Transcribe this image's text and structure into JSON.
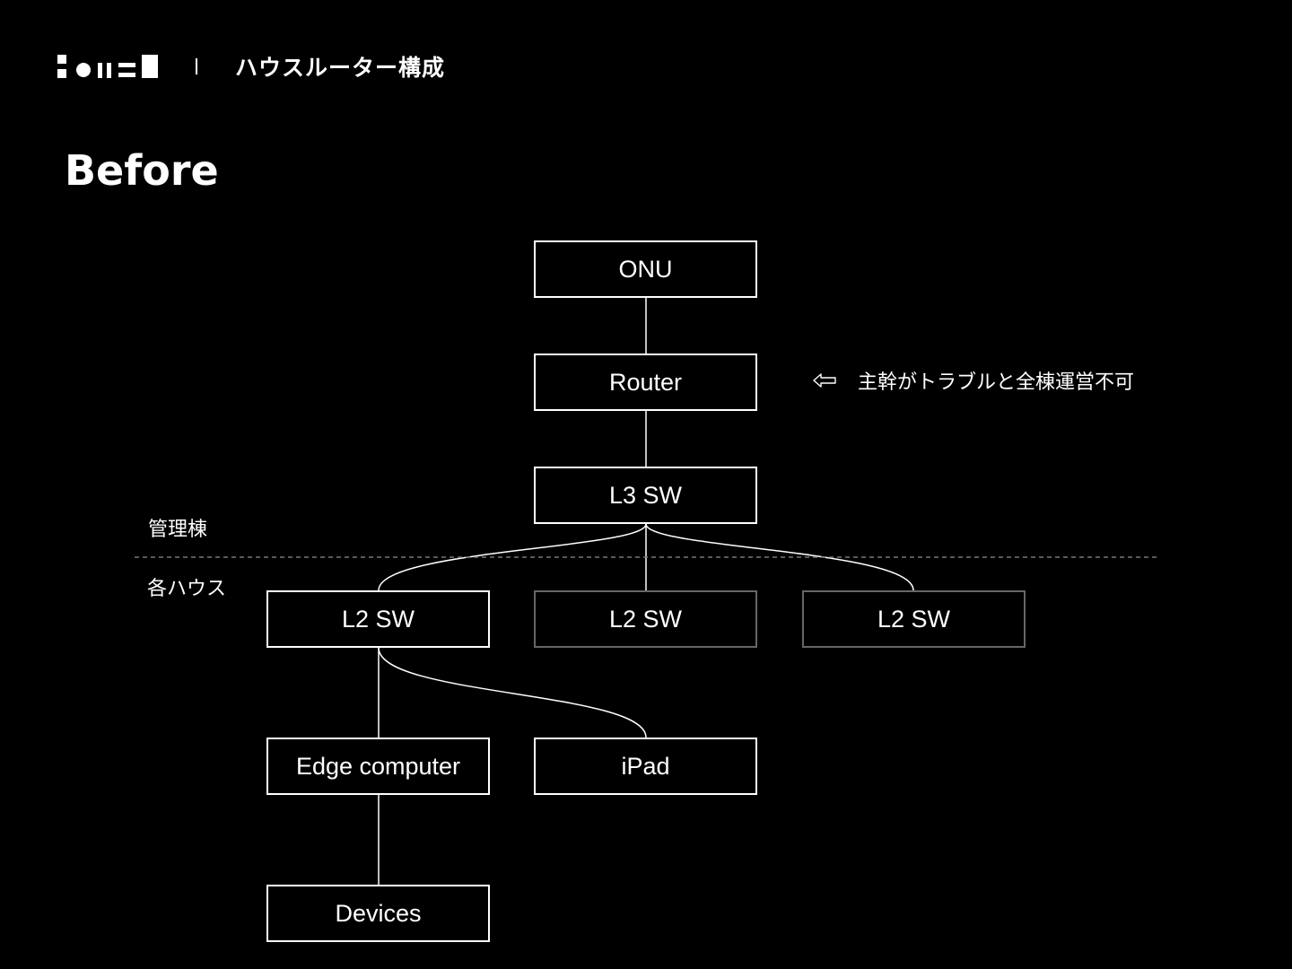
{
  "header": {
    "logo_icon": "brand-logo-icon",
    "deck_title": "ハウスルーター構成"
  },
  "slide": {
    "title": "Before"
  },
  "diagram": {
    "nodes": {
      "onu": "ONU",
      "router": "Router",
      "l3_sw": "L3 SW",
      "l2_sw_1": "L2 SW",
      "l2_sw_2": "L2 SW",
      "l2_sw_3": "L2 SW",
      "edge_computer": "Edge computer",
      "ipad": "iPad",
      "devices": "Devices"
    },
    "zones": {
      "upper": "管理棟",
      "lower": "各ハウス"
    },
    "note": {
      "arrow_icon": "left-arrow-icon",
      "text": "主幹がトラブルと全棟運営不可"
    },
    "colors": {
      "background": "#000000",
      "foreground": "#ffffff",
      "dim_border": "#666666",
      "dashed_line": "#777777"
    }
  }
}
